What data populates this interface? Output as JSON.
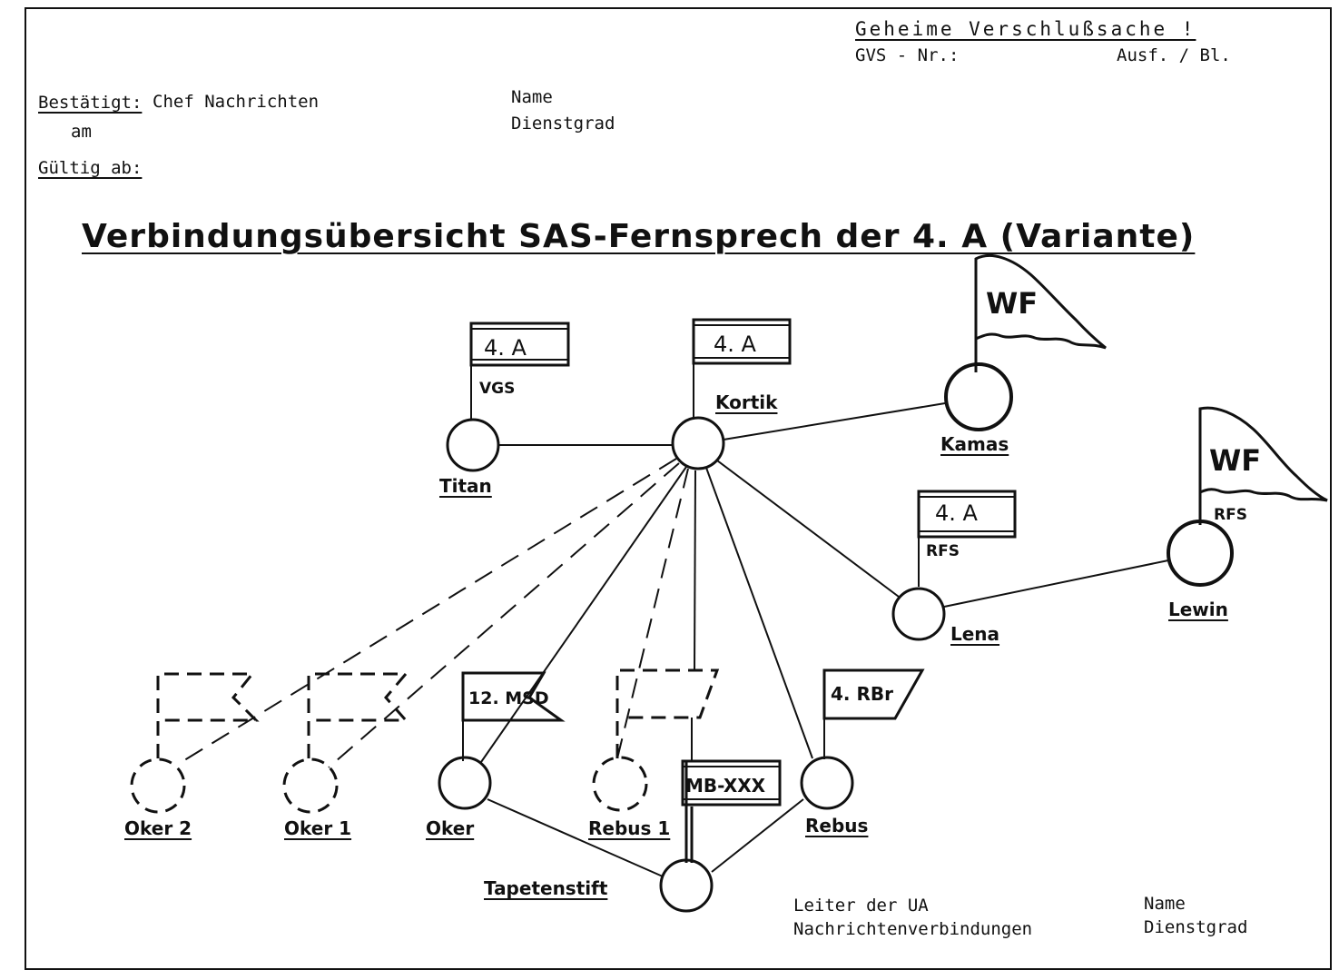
{
  "header": {
    "classification": "Geheime Verschlußsache !",
    "gvs_nr": "GVS - Nr.:",
    "ausf": "Ausf. / Bl."
  },
  "approval": {
    "confirmed_label": "Bestätigt:",
    "confirmed_by": "Chef Nachrichten",
    "am": "am",
    "valid_from": "Gültig ab:",
    "name": "Name",
    "rank": "Dienstgrad"
  },
  "title": "Verbindungsübersicht SAS-Fernsprech der 4. A (Variante)",
  "nodes": {
    "titan": "Titan",
    "kortik": "Kortik",
    "kamas": "Kamas",
    "lena": "Lena",
    "lewin": "Lewin",
    "oker2": "Oker 2",
    "oker1": "Oker 1",
    "oker": "Oker",
    "rebus1": "Rebus 1",
    "rebus": "Rebus",
    "tapetenstift": "Tapetenstift"
  },
  "flags": {
    "titan_flag": "4. A",
    "titan_sub": "VGS",
    "kortik_flag": "4. A",
    "kamas_flag": "WF",
    "lena_flag": "4. A",
    "lena_sub": "RFS",
    "lewin_flag": "WF",
    "lewin_sub": "RFS",
    "msd_flag": "12. MSD",
    "rbr_flag": "4. RBr",
    "mb_flag": "MB-XXX"
  },
  "footer": {
    "leader_line1": "Leiter der UA",
    "leader_line2": "Nachrichtenverbindungen",
    "name": "Name",
    "rank": "Dienstgrad"
  }
}
